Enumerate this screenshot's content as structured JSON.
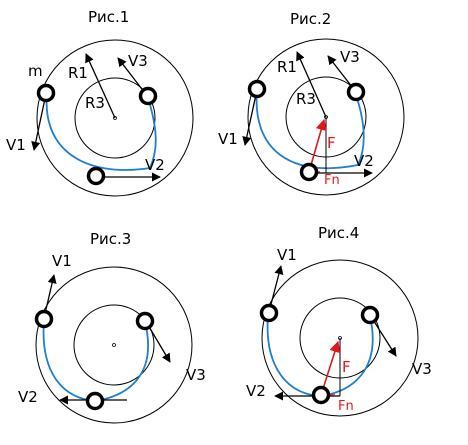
{
  "colors": {
    "ink": "#000000",
    "path": "#1f7fd1",
    "force": "#e0191b"
  },
  "figures": [
    {
      "title": "Рис.1",
      "labels": {
        "m": "m",
        "R1": "R1",
        "R3": "R3",
        "V1": "V1",
        "V2": "V2",
        "V3": "V3"
      }
    },
    {
      "title": "Рис.2",
      "labels": {
        "R1": "R1",
        "R3": "R3",
        "V1": "V1",
        "V2": "V2",
        "V3": "V3",
        "F": "F",
        "Fn": "Fn"
      }
    },
    {
      "title": "Рис.3",
      "labels": {
        "V1": "V1",
        "V2": "V2",
        "V3": "V3"
      }
    },
    {
      "title": "Рис.4",
      "labels": {
        "V1": "V1",
        "V2": "V2",
        "V3": "V3",
        "F": "F",
        "Fn": "Fn"
      }
    }
  ]
}
